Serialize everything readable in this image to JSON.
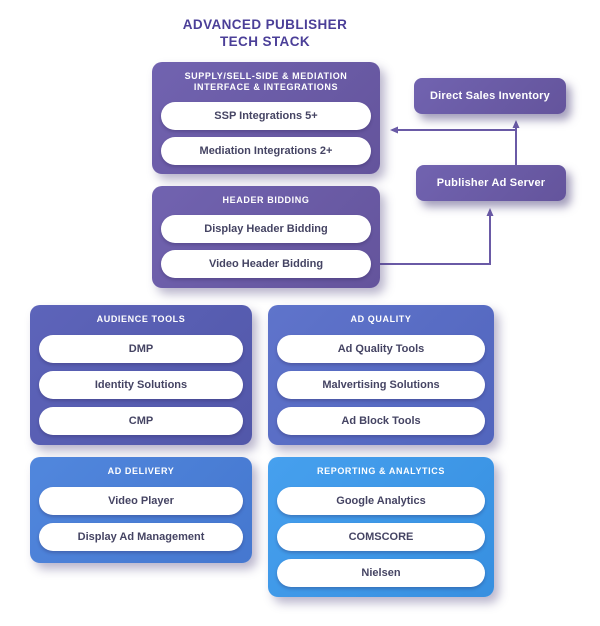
{
  "title": "ADVANCED PUBLISHER TECH STACK",
  "title_lines": [
    "ADVANCED PUBLISHER",
    "TECH STACK"
  ],
  "groups": {
    "supply": {
      "title_line1": "SUPPLY/SELL-SIDE & MEDIATION",
      "title_line2": "INTERFACE & INTEGRATIONS",
      "items": [
        "SSP Integrations 5+",
        "Mediation Integrations 2+"
      ],
      "color": "#6a5aa6"
    },
    "header_bidding": {
      "title": "HEADER BIDDING",
      "items": [
        "Display Header Bidding",
        "Video Header Bidding"
      ],
      "color": "#6a5aa6"
    },
    "audience_tools": {
      "title": "AUDIENCE TOOLS",
      "items": [
        "DMP",
        "Identity Solutions",
        "CMP"
      ],
      "color": "#585fb3"
    },
    "ad_quality": {
      "title": "AD QUALITY",
      "items": [
        "Ad Quality Tools",
        "Malvertising Solutions",
        "Ad Block Tools"
      ],
      "color": "#5a6fc5"
    },
    "ad_delivery": {
      "title": "AD DELIVERY",
      "items": [
        "Video Player",
        "Display Ad Management"
      ],
      "color": "#4c80d8"
    },
    "reporting": {
      "title": "REPORTING & ANALYTICS",
      "items": [
        "Google Analytics",
        "COMSCORE",
        "Nielsen"
      ],
      "color": "#3f9ae9"
    }
  },
  "nodes": {
    "direct_sales": {
      "label": "Direct Sales Inventory",
      "color": "#6a5aa6"
    },
    "ad_server": {
      "label": "Publisher Ad Server",
      "color": "#6a5aa6"
    }
  },
  "connectors": {
    "color": "#6a5aa6"
  }
}
